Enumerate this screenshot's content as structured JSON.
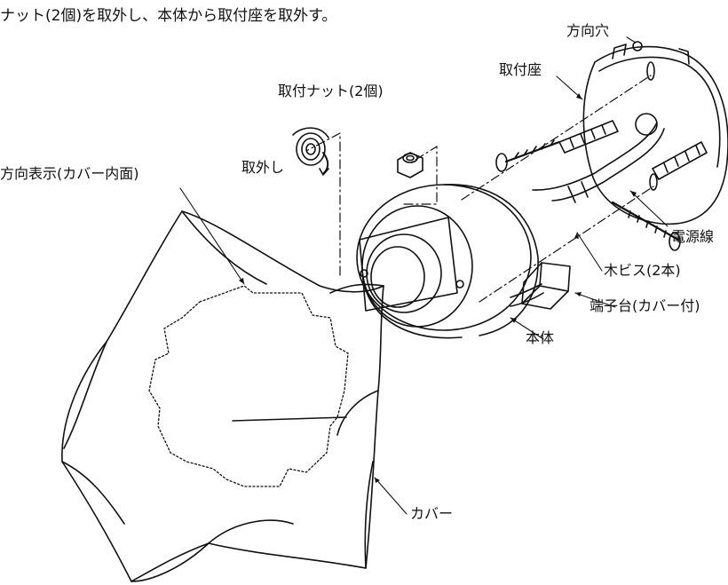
{
  "instruction": "ナット(2個)を取外し、本体から取付座を取外す。",
  "labels": {
    "direction_hole": "方向穴",
    "mounting_seat": "取付座",
    "mounting_nut": "取付ナット(2個)",
    "remove": "取外し",
    "direction_mark": "方向表示(カバー内面)",
    "power_wire": "電源線",
    "wood_screw": "木ビス(2本)",
    "terminal_block": "端子台(カバー付)",
    "main_body": "本体",
    "cover": "カバー"
  }
}
